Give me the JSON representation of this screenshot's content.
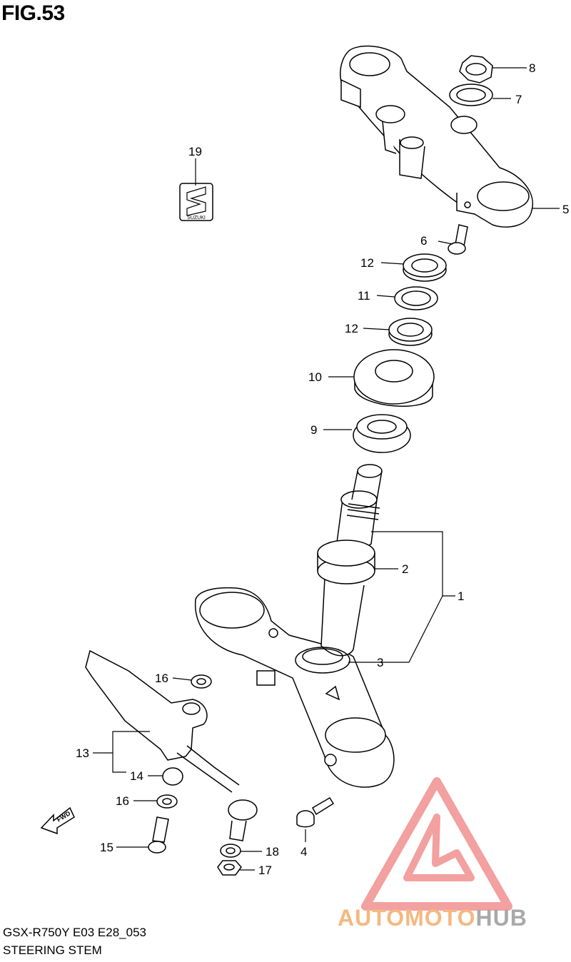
{
  "figure": {
    "title": "FIG.53"
  },
  "footer": {
    "model_code": "GSX-R750Y E03 E28_053",
    "section_name": "STEERING STEM"
  },
  "watermark": {
    "brand_left": "AUTOMOTO",
    "brand_right": "HUB",
    "colors": {
      "triangle": "#f2a0a0",
      "auto": "#f5c590",
      "moto": "#f4a3a3",
      "hub": "#a9a9a9"
    }
  },
  "parts": {
    "p1": "1",
    "p2": "2",
    "p3": "3",
    "p4": "4",
    "p5": "5",
    "p6": "6",
    "p7": "7",
    "p8": "8",
    "p9": "9",
    "p10": "10",
    "p11": "11",
    "p12a": "12",
    "p12b": "12",
    "p13": "13",
    "p14": "14",
    "p15": "15",
    "p16a": "16",
    "p16b": "16",
    "p17": "17",
    "p18": "18",
    "p19": "19"
  },
  "emblem_text": "SUZUKI",
  "fwd_label": "FWD"
}
